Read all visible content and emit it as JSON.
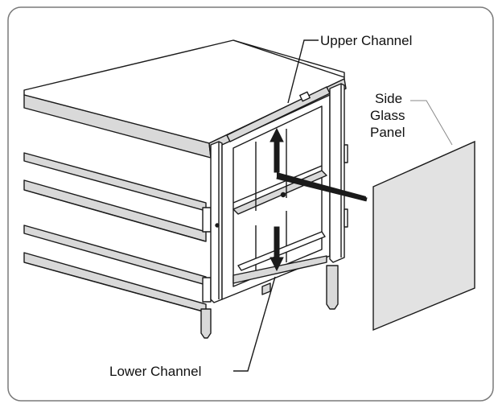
{
  "labels": {
    "upper_channel": "Upper Channel",
    "side_panel_line1": "Side",
    "side_panel_line2": "Glass",
    "side_panel_line3": "Panel",
    "lower_channel": "Lower Channel"
  },
  "colors": {
    "frame_border": "#7a7a7a",
    "line": "#1a1a1a",
    "gray_surface": "#d9d9d9",
    "panel_fill": "#e2e2e2",
    "leader_gray": "#8a8a8a"
  }
}
